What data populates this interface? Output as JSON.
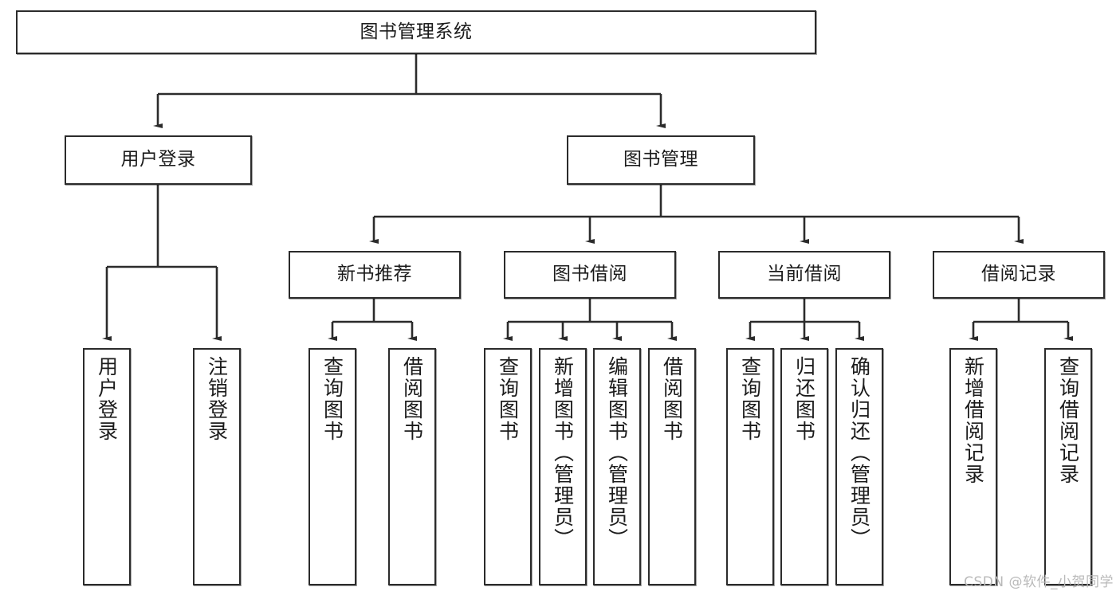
{
  "diagram": {
    "title": "图书管理系统",
    "type": "tree-hierarchy",
    "background_color": "#ffffff",
    "line_color": "#2b2b2b",
    "text_color": "#1b1b1b",
    "root": {
      "label": "图书管理系统"
    },
    "level2": [
      {
        "label": "用户登录"
      },
      {
        "label": "图书管理"
      }
    ],
    "level3": [
      {
        "label": "新书推荐"
      },
      {
        "label": "图书借阅"
      },
      {
        "label": "当前借阅"
      },
      {
        "label": "借阅记录"
      }
    ],
    "leaves": {
      "user_login": [
        {
          "label": "用户登录"
        },
        {
          "label": "注销登录"
        }
      ],
      "new_book_recommend": [
        {
          "label": "查询图书"
        },
        {
          "label": "借阅图书"
        }
      ],
      "book_borrow": [
        {
          "label": "查询图书"
        },
        {
          "label": "新增图书（管理员）"
        },
        {
          "label": "编辑图书（管理员）"
        },
        {
          "label": "借阅图书"
        }
      ],
      "current_borrow": [
        {
          "label": "查询图书"
        },
        {
          "label": "归还图书"
        },
        {
          "label": "确认归还（管理员）"
        }
      ],
      "borrow_record": [
        {
          "label": "新增借阅记录"
        },
        {
          "label": "查询借阅记录"
        }
      ]
    }
  },
  "watermark": {
    "text": "CSDN @软件_小贺同学"
  }
}
